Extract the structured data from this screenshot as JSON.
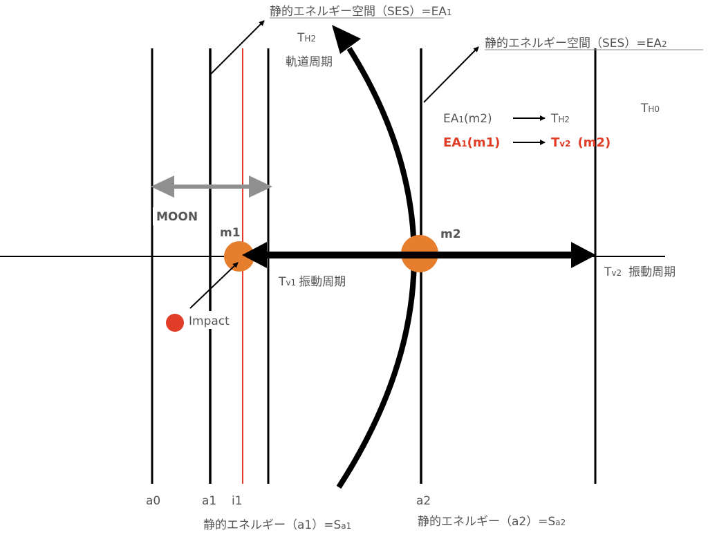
{
  "colors": {
    "text": "#555555",
    "red": "#e03c28",
    "orange": "#e67e2e",
    "grey_arrow": "#8f8f8f",
    "line": "#000000"
  },
  "labels": {
    "ses_ea1": {
      "main": "静的エネルギー空間（SES）=EA",
      "sub": "1"
    },
    "ses_ea2": {
      "main": "静的エネルギー空間（SES）=EA",
      "sub": "2"
    },
    "th2": {
      "main": "T",
      "sub": "H2"
    },
    "orbit_period": "軌道周期",
    "th0": {
      "main": "T",
      "sub": "H0"
    },
    "ea1_m2": {
      "a": "EA",
      "a_sub": "1",
      "b": "(m2)",
      "t": "T",
      "t_sub": "H2"
    },
    "ea1_m1": {
      "a": "EA",
      "a_sub": "1",
      "b": "(m1)",
      "t": "T",
      "t_sub": "v2",
      "c": "(m2)"
    },
    "moon": "MOON",
    "m1": "m1",
    "m2": "m2",
    "tv1": {
      "main": "T",
      "sub": "v1",
      "text": "振動周期"
    },
    "tv2": {
      "main": "T",
      "sub": "v2",
      "text": "振動周期"
    },
    "impact": "Impact",
    "axis": {
      "a0": "a0",
      "a1": "a1",
      "i1": "i1",
      "a2": "a2"
    },
    "sa1": {
      "main": "静的エネルギー（a1）=S",
      "sub": "a1"
    },
    "sa2": {
      "main": "静的エネルギー（a2）=S",
      "sub": "a2"
    }
  }
}
